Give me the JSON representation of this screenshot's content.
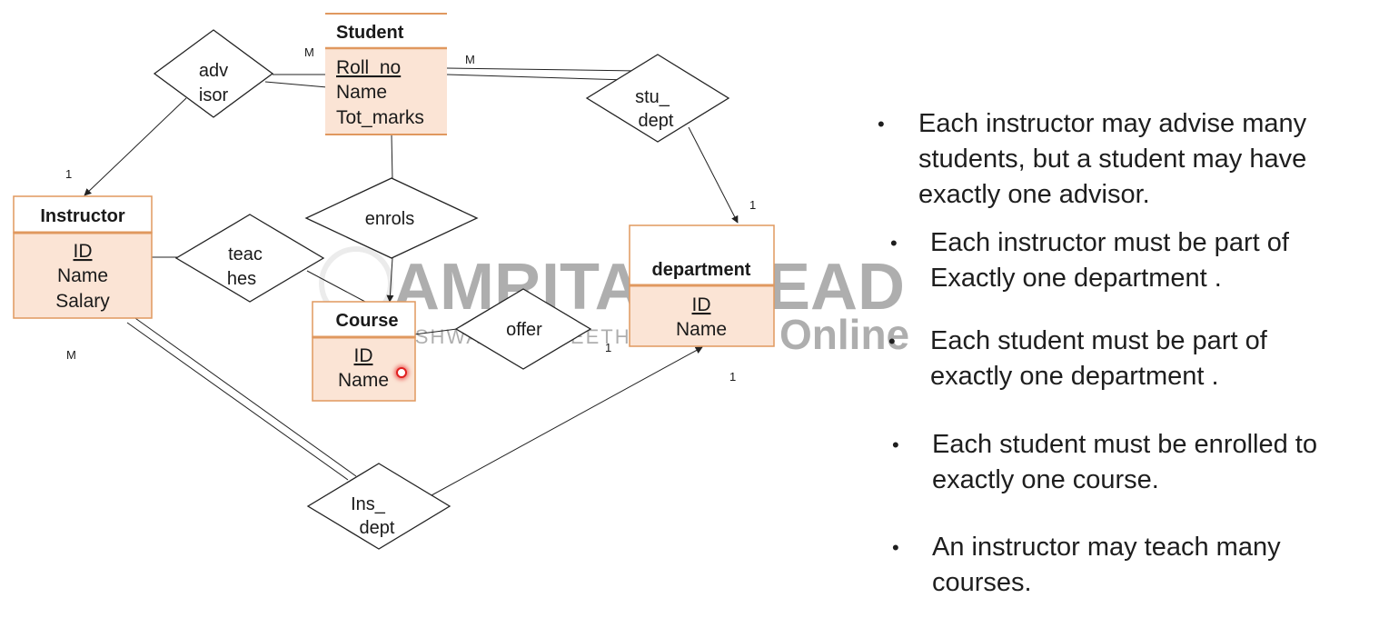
{
  "watermark": {
    "word1": "AMRITA",
    "word2": "AHEAD",
    "word3": "Online",
    "subline": "VISHWA VIDYAPEETHAM",
    "color": "#cccccc"
  },
  "entities": {
    "student": {
      "title": "Student",
      "key": "Roll_no",
      "attrs": [
        "Name",
        "Tot_marks"
      ]
    },
    "instructor": {
      "title": "Instructor",
      "key": "ID",
      "attrs": [
        "Name",
        "Salary"
      ]
    },
    "course": {
      "title": "Course",
      "key": "ID",
      "attrs": [
        "Name"
      ]
    },
    "department": {
      "title": "department",
      "key": "ID",
      "attrs": [
        "Name"
      ]
    }
  },
  "relationships": {
    "advisor": [
      "adv",
      "isor"
    ],
    "stu_dept": [
      "stu_",
      "dept"
    ],
    "enrols": [
      "enrols"
    ],
    "teaches": [
      "teac",
      "hes"
    ],
    "offer": [
      "offer"
    ],
    "ins_dept": [
      "Ins_",
      "dept"
    ]
  },
  "cardinalities": {
    "advisor_student": "M",
    "advisor_instructor": "1",
    "studept_student": "M",
    "studept_department": "1",
    "instructor_insdept": "M",
    "offer_department": "1",
    "insdept_department": "1"
  },
  "notes": [
    {
      "lines": [
        "Each instructor may advise many",
        "students, but a student may have",
        "exactly one advisor."
      ]
    },
    {
      "lines": [
        "Each instructor must be part of",
        "Exactly one department ."
      ]
    },
    {
      "lines": [
        "Each student must be part of",
        "exactly one department ."
      ]
    },
    {
      "lines": [
        "Each student must be enrolled to",
        "exactly one course."
      ]
    },
    {
      "lines": [
        "An instructor may teach many",
        "courses."
      ]
    }
  ],
  "bullet_char": "•",
  "colors": {
    "entity_border": "#e0985f",
    "entity_fill": "#fbe4d5",
    "cursor_dot": "#e02020"
  }
}
